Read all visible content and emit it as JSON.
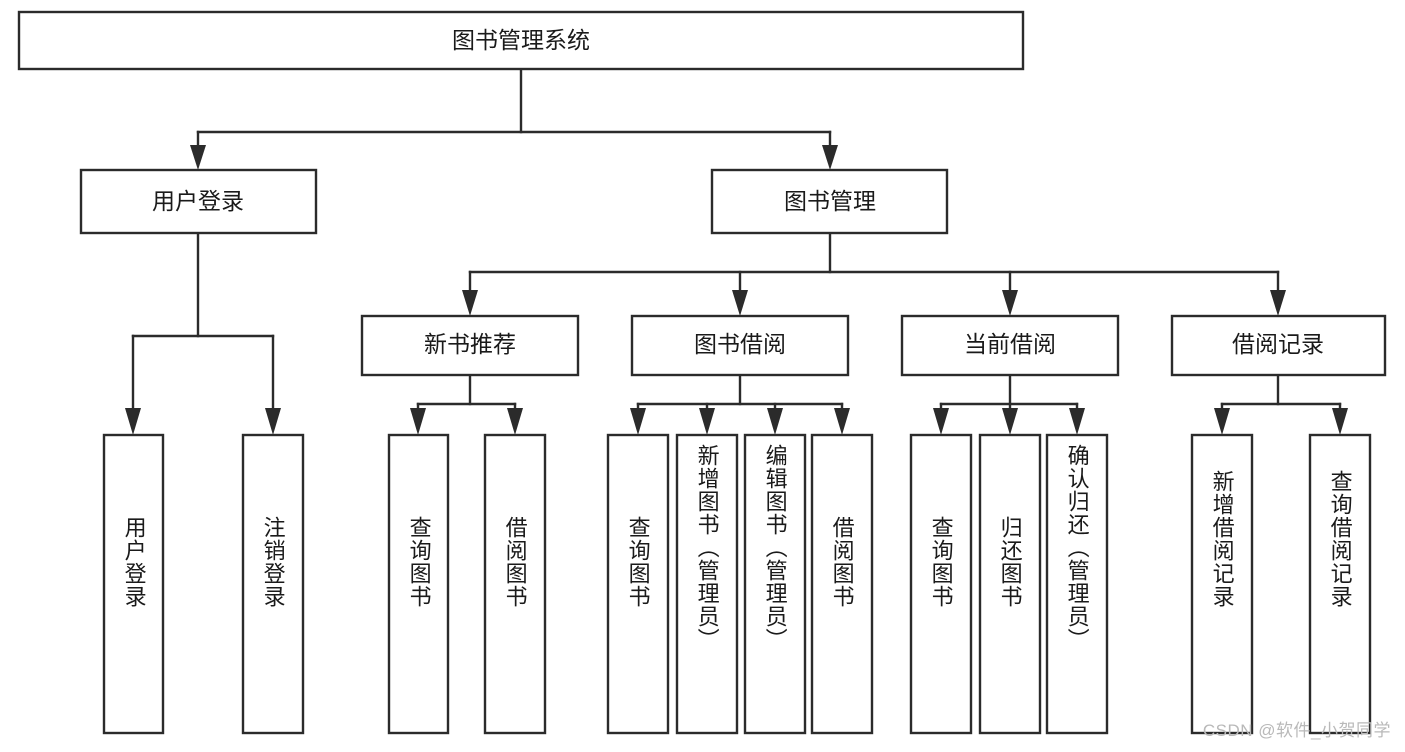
{
  "diagram": {
    "title": "图书管理系统",
    "type": "tree-hierarchy-chart",
    "root": {
      "id": "root",
      "label": "图书管理系统"
    },
    "level2": [
      {
        "id": "user-login",
        "label": "用户登录"
      },
      {
        "id": "book-manage",
        "label": "图书管理"
      }
    ],
    "level3": [
      {
        "id": "new-book-recommend",
        "label": "新书推荐"
      },
      {
        "id": "book-borrow",
        "label": "图书借阅"
      },
      {
        "id": "current-borrow",
        "label": "当前借阅"
      },
      {
        "id": "borrow-record",
        "label": "借阅记录"
      }
    ],
    "leaves": {
      "user_login": [
        {
          "id": "leaf-user-login",
          "label": "用户登录"
        },
        {
          "id": "leaf-logout-login",
          "label": "注销登录"
        }
      ],
      "new_book_recommend": [
        {
          "id": "leaf-query-book-1",
          "label": "查询图书"
        },
        {
          "id": "leaf-borrow-book-1",
          "label": "借阅图书"
        }
      ],
      "book_borrow": [
        {
          "id": "leaf-query-book-2",
          "label": "查询图书"
        },
        {
          "id": "leaf-add-book",
          "label": "新增图书（管理员）"
        },
        {
          "id": "leaf-edit-book",
          "label": "编辑图书（管理员）"
        },
        {
          "id": "leaf-borrow-book-2",
          "label": "借阅图书"
        }
      ],
      "current_borrow": [
        {
          "id": "leaf-query-book-3",
          "label": "查询图书"
        },
        {
          "id": "leaf-return-book",
          "label": "归还图书"
        },
        {
          "id": "leaf-confirm-return",
          "label": "确认归还（管理员）"
        }
      ],
      "borrow_record": [
        {
          "id": "leaf-add-record",
          "label": "新增借阅记录"
        },
        {
          "id": "leaf-query-record",
          "label": "查询借阅记录"
        }
      ]
    },
    "colors": {
      "box_fill": "#ffffff",
      "box_stroke": "#2b2b2b",
      "text": "#1a1a1a",
      "watermark": "#b9b9b9",
      "background": "#ffffff"
    }
  },
  "watermark": {
    "text": "CSDN @软件_小贺同学"
  }
}
